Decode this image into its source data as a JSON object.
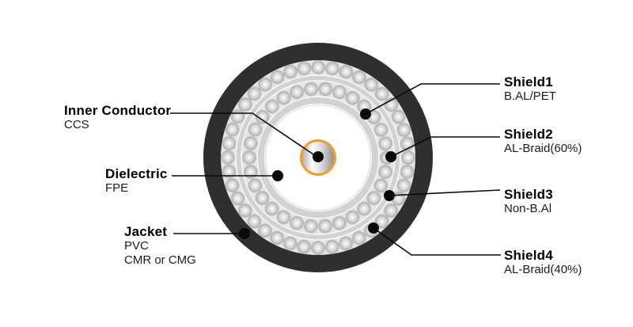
{
  "diagram_type": "coaxial-cable-cross-section",
  "labels": {
    "inner_conductor": {
      "title": "Inner Conductor",
      "lines": [
        "CCS"
      ]
    },
    "dielectric": {
      "title": "Dielectric",
      "lines": [
        "FPE"
      ]
    },
    "jacket": {
      "title": "Jacket",
      "lines": [
        "PVC",
        "CMR or CMG"
      ]
    },
    "shield1": {
      "title": "Shield1",
      "lines": [
        "B.AL/PET"
      ]
    },
    "shield2": {
      "title": "Shield2",
      "lines": [
        "AL-Braid(60%)"
      ]
    },
    "shield3": {
      "title": "Shield3",
      "lines": [
        "Non-B.Al"
      ]
    },
    "shield4": {
      "title": "Shield4",
      "lines": [
        "AL-Braid(40%)"
      ]
    }
  },
  "colors": {
    "jacket": "#2e2f30",
    "foil": "#d2d2d2",
    "bead": "#bcbcbc",
    "bead_zone_bg": "#e6e6e6",
    "dielectric": "#ffffff",
    "conductor_ring": "#f59b2c",
    "callout": "#0a0a0a"
  }
}
